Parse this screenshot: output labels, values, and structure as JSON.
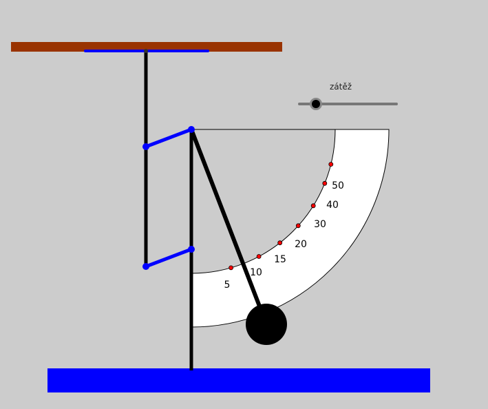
{
  "slider": {
    "label": "zátěž",
    "value_fraction": 0.17
  },
  "scale": {
    "labels": [
      "5",
      "10",
      "15",
      "20",
      "30",
      "40",
      "50"
    ]
  },
  "colors": {
    "background": "#cccccc",
    "ceiling": "#993300",
    "floor": "#0000ff",
    "link": "#0000ff",
    "pivot": "#0000ff",
    "rod": "#000000",
    "scale_fill": "#ffffff",
    "mark": "#ff0000",
    "slider_track": "#777777",
    "slider_knob": "#000000"
  }
}
